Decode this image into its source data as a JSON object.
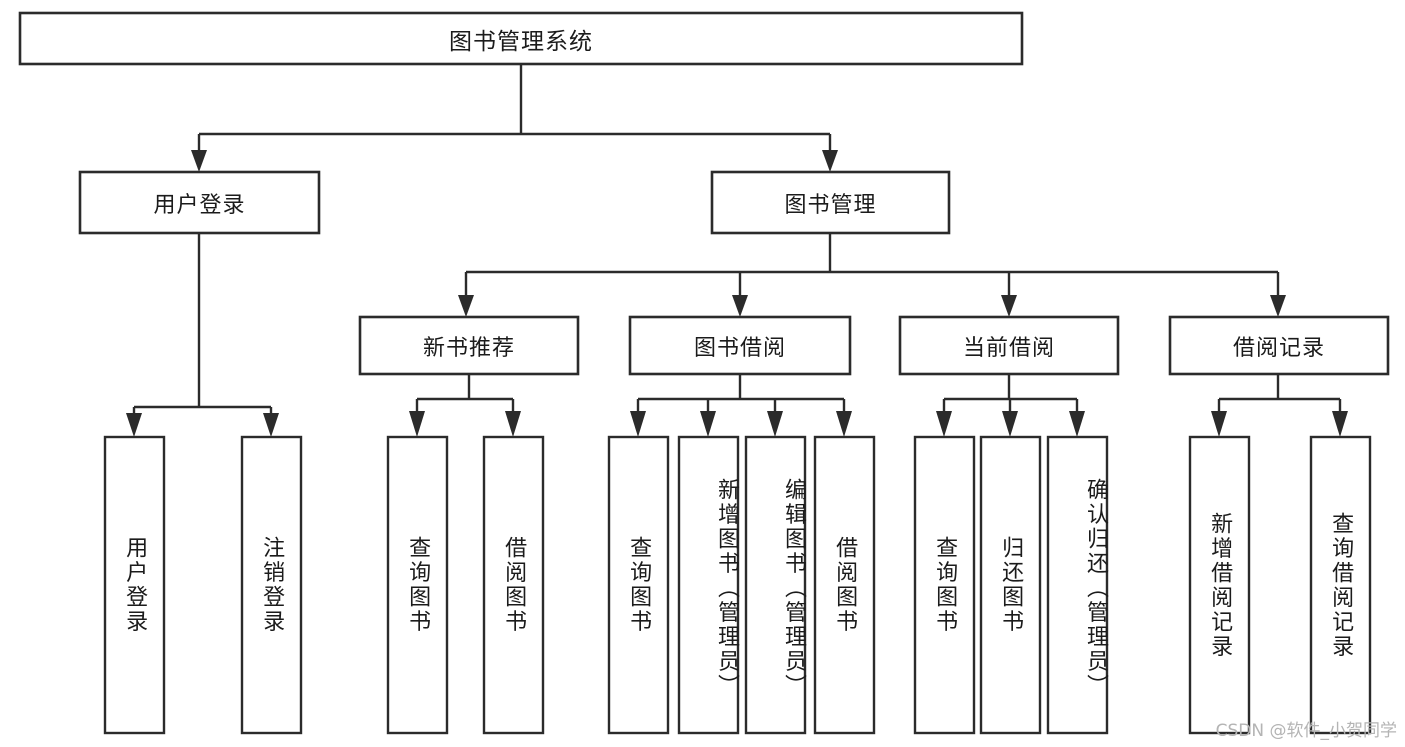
{
  "diagram": {
    "kind": "hierarchy-tree",
    "root": {
      "id": "root",
      "label": "图书管理系统"
    },
    "level2": [
      {
        "id": "user-login",
        "label": "用户登录"
      },
      {
        "id": "book-manage",
        "label": "图书管理"
      }
    ],
    "level3": [
      {
        "id": "new-book-rec",
        "label": "新书推荐",
        "parent": "book-manage"
      },
      {
        "id": "book-borrow",
        "label": "图书借阅",
        "parent": "book-manage"
      },
      {
        "id": "current-borrow",
        "label": "当前借阅",
        "parent": "book-manage"
      },
      {
        "id": "borrow-record",
        "label": "借阅记录",
        "parent": "book-manage"
      }
    ],
    "leaves": [
      {
        "id": "leaf-user-login",
        "label": "用户登录",
        "parent": "user-login"
      },
      {
        "id": "leaf-logout",
        "label": "注销登录",
        "parent": "user-login"
      },
      {
        "id": "leaf-query-book-1",
        "label": "查询图书",
        "parent": "new-book-rec"
      },
      {
        "id": "leaf-borrow-book-1",
        "label": "借阅图书",
        "parent": "new-book-rec"
      },
      {
        "id": "leaf-query-book-2",
        "label": "查询图书",
        "parent": "book-borrow"
      },
      {
        "id": "leaf-add-book",
        "label": "新增图书（管理员）",
        "parent": "book-borrow"
      },
      {
        "id": "leaf-edit-book",
        "label": "编辑图书（管理员）",
        "parent": "book-borrow"
      },
      {
        "id": "leaf-borrow-book-2",
        "label": "借阅图书",
        "parent": "book-borrow"
      },
      {
        "id": "leaf-query-book-3",
        "label": "查询图书",
        "parent": "current-borrow"
      },
      {
        "id": "leaf-return-book",
        "label": "归还图书",
        "parent": "current-borrow"
      },
      {
        "id": "leaf-confirm-return",
        "label": "确认归还（管理员）",
        "parent": "current-borrow"
      },
      {
        "id": "leaf-add-record",
        "label": "新增借阅记录",
        "parent": "borrow-record"
      },
      {
        "id": "leaf-query-record",
        "label": "查询借阅记录",
        "parent": "borrow-record"
      }
    ]
  },
  "watermark": {
    "text": "CSDN @软件_小贺同学"
  },
  "colors": {
    "stroke": "#2b2b2b",
    "fill": "#ffffff",
    "text": "#1b1b1b",
    "watermark": "#b4b4b4"
  }
}
